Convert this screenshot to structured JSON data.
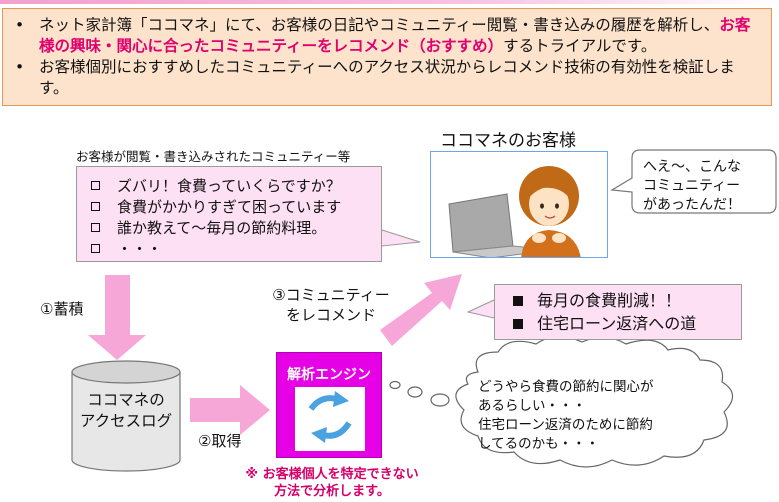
{
  "summary": {
    "bullets": [
      {
        "mark": "•",
        "text_pre": "ネット家計簿「ココマネ」にて、お客様の日記やコミュニティー閲覧・書き込みの履歴を解析し、",
        "highlight": "お客様の興味・関心に合ったコミュニティーをレコメンド（おすすめ）",
        "text_post": "するトライアルです。"
      },
      {
        "mark": "•",
        "text_pre": "お客様個別におすすめしたコミュニティーへのアクセス状況からレコメンド技術の有効性を検証します。",
        "highlight": "",
        "text_post": ""
      }
    ]
  },
  "viewed": {
    "caption": "お客様が閲覧・書き込みされたコミュニティー等",
    "items": [
      "ズバリ！食費っていくらですか？",
      "食費がかかりすぎて困っています",
      "誰か教えて～毎月の節約料理。",
      "・・・"
    ]
  },
  "customer": {
    "title": "ココマネのお客様",
    "speech": [
      "へえ～、こんな",
      "コミュニティー",
      "があったんだ！"
    ]
  },
  "recommend": {
    "items": [
      "毎月の食費削減！！",
      "住宅ローン返済への道"
    ]
  },
  "steps": {
    "accumulate": "①蓄積",
    "acquire": "②取得",
    "recommend": [
      "③コミュニティー",
      "をレコメンド"
    ]
  },
  "database": {
    "lines": [
      "ココマネの",
      "アクセスログ"
    ]
  },
  "engine": {
    "title": "解析エンジン"
  },
  "note": [
    "※ お客様個人を特定できない",
    "方法で分析します。"
  ],
  "thought": [
    "どうやら食費の節約に関心が",
    "あるらしい・・・",
    "住宅ローン返済のために節約",
    "してるのかも・・・"
  ],
  "colors": {
    "pink_arrow": "#f7a6d8",
    "engine": "#e600e6",
    "highlight": "#e0006e",
    "summary_bg": "#fde3cc",
    "box_bg": "#fde0f4",
    "screen_border": "#6aa6e8"
  }
}
